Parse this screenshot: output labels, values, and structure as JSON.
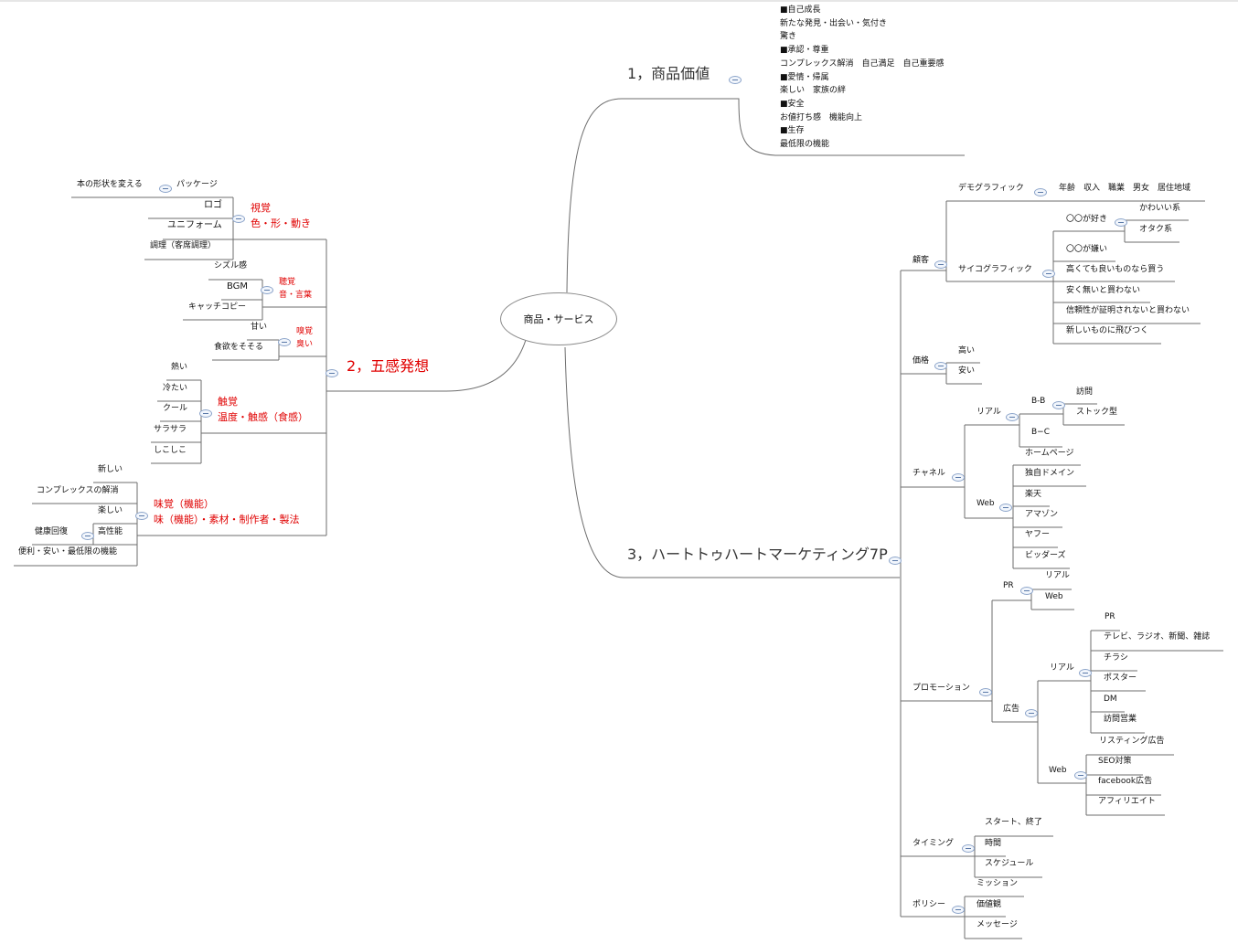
{
  "center": "商品・サービス",
  "branch1": {
    "title": "1，商品価値",
    "lines": [
      "■自己成長",
      "新たな発見・出会い・気付き",
      "驚き",
      "■承認・尊重",
      "コンプレックス解消　自己満足　自己重要感",
      "■愛情・帰属",
      "楽しい　家族の絆",
      "■安全",
      "お値打ち感　機能向上",
      "■生存",
      "最低限の機能"
    ]
  },
  "branch2": {
    "title": "2，五感発想",
    "sight": {
      "label": [
        "視覚",
        "色・形・動き"
      ],
      "items": [
        "パッケージ",
        "ロゴ",
        "ユニフォーム",
        "調理（客席調理）"
      ],
      "sub": "本の形状を変える"
    },
    "hearing": {
      "label": [
        "聴覚",
        "音・言葉"
      ],
      "items": [
        "シズル感",
        "BGM",
        "キャッチコピー"
      ]
    },
    "smell": {
      "label": [
        "嗅覚",
        "臭い"
      ],
      "items": [
        "甘い",
        "食欲をそそる"
      ]
    },
    "touch": {
      "label": [
        "触覚",
        "温度・触感（食感）"
      ],
      "items": [
        "熱い",
        "冷たい",
        "クール",
        "サラサラ",
        "しこしこ"
      ]
    },
    "taste": {
      "label": [
        "味覚（機能）",
        "味（機能）・素材・制作者・製法"
      ],
      "items": [
        "新しい",
        "コンプレックスの解消",
        "楽しい",
        "高性能",
        "便利・安い・最低限の機能"
      ],
      "sub": "健康回復"
    }
  },
  "branch3": {
    "title": "3，ハートトゥハートマーケティング7P",
    "customer": {
      "label": "顧客",
      "demographic": {
        "label": "デモグラフィック",
        "value": "年齢　収入　職業　男女　居住地域"
      },
      "psychographic": {
        "label": "サイコグラフィック",
        "likes": {
          "label": "〇〇が好き",
          "items": [
            "かわいい系",
            "オタク系"
          ]
        },
        "items": [
          "〇〇が嫌い",
          "高くても良いものなら買う",
          "安く無いと買わない",
          "信頼性が証明されないと買わない",
          "新しいものに飛びつく"
        ]
      }
    },
    "price": {
      "label": "価格",
      "items": [
        "高い",
        "安い"
      ]
    },
    "channel": {
      "label": "チャネル",
      "real": {
        "label": "リアル",
        "bb": {
          "label": "B-B",
          "items": [
            "訪問",
            "ストック型"
          ]
        },
        "bc": "B−C"
      },
      "web": {
        "label": "Web",
        "items": [
          "ホームページ",
          "独自ドメイン",
          "楽天",
          "アマゾン",
          "ヤフー",
          "ビッダーズ"
        ]
      }
    },
    "promotion": {
      "label": "プロモーション",
      "pr": {
        "label": "PR",
        "items": [
          "リアル",
          "Web"
        ]
      },
      "ad": {
        "label": "広告",
        "real": {
          "label": "リアル",
          "items": [
            "PR",
            "テレビ、ラジオ、新聞、雑誌",
            "チラシ",
            "ポスター",
            "DM",
            "訪問営業"
          ]
        },
        "web": {
          "label": "Web",
          "items": [
            "リスティング広告",
            "SEO対策",
            "facebook広告",
            "アフィリエイト"
          ]
        }
      }
    },
    "timing": {
      "label": "タイミング",
      "items": [
        "スタート、終了",
        "時間",
        "スケジュール"
      ]
    },
    "policy": {
      "label": "ポリシー",
      "items": [
        "ミッション",
        "価値観",
        "メッセージ"
      ]
    }
  }
}
